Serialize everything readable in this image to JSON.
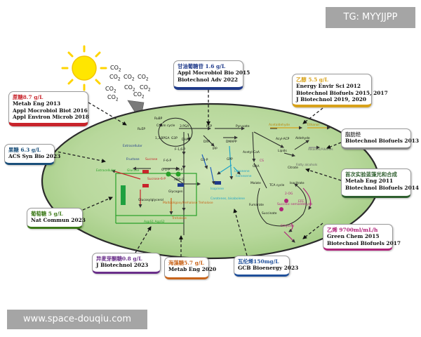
{
  "watermarks": {
    "top_right": "TG: MYYJJPP",
    "bottom_left": "www.space-douqiu.com"
  },
  "co2_label": "CO",
  "co2_subscript": "2",
  "cell_labels": {
    "rubp": "RuBP",
    "calvin_cycle": "Calvin cycle",
    "three_pga": "3 PGA",
    "g3p_top": "G3P",
    "ru5p": "Ru5P",
    "one_three_bpga": "1,3 BPGA",
    "pep": "PEP",
    "pyruvate": "Pyruvate",
    "acetaldehyde": "Acetaldehyde",
    "ethanol": "Ethanol",
    "dhap": "DHAP",
    "dxp": "DXP",
    "dmapp": "DMAPP",
    "f16p": "F-1,6-P",
    "ipp": "IPP",
    "gpp": "GPP",
    "g3p_mid": "G3-P",
    "acyl_acp": "Acyl-ACP",
    "aldehyde": "Aldehyde",
    "acetyl_coa": "Acetyl-CoA",
    "lipids": "Lipids",
    "alkanes": "Alkanes/Alkenes",
    "fatty_alcohols": "Fatty alcohols",
    "extracellular_top": "Extracellular",
    "fructose": "Fructose",
    "sucrose": "Sucrose",
    "f6p": "F-6-P",
    "g6p": "G6-P",
    "g1p": "G-1-P",
    "adp_g": "ADP-G",
    "glycogen": "Glycogen",
    "extracellular_left": "Extracellular",
    "glucose": "Glucose",
    "sucrose_phosphate": "Sucrose-6-P",
    "glucosylglycerol": "Glucosylglycerol",
    "trehalose_synthesis": "Maltooligosyltrehalose Trehalose",
    "trehalose": "Trehalose",
    "agp": "AgpS1 AgpS2",
    "isoprene": "Isoprene",
    "limonene": "Limonene",
    "farnesene": "Farnesene",
    "carotenes": "Carotenes, bisabolene",
    "oaa": "OAA",
    "malate": "Malate",
    "citrate": "Citrate",
    "tca_cycle": "TCA cycle",
    "isocitrate": "Isocitrate",
    "two_og": "2-OG",
    "succinic_semialdehyde": "Succinic semialdehyde",
    "succinate": "Succinate",
    "fumarate": "Fumarate",
    "ethylene": "Ethylene",
    "cs": "CS",
    "efe": "EFE"
  },
  "annotations": [
    {
      "color": "#1f3a8a",
      "title": "甘油葡糖苷 1.6 g/L",
      "refs": [
        "Appl Mocrobiol Bio 2015",
        "Biotechnol Adv 2022"
      ]
    },
    {
      "color": "#d8a21a",
      "title": "乙醇 5.5 g/L",
      "refs": [
        "Energy Envir Sci 2012",
        "Biotechnol Biofuels 2015, 2017",
        "J Biotechnol 2019, 2020"
      ]
    },
    {
      "color": "#c8242b",
      "title": "蔗糖8.7 g/L",
      "refs": [
        "Metab Eng 2013",
        "Appl Mocrobiol Biot 2016",
        "Appl Environ Microb 2018"
      ]
    },
    {
      "color": "#7a7a7a",
      "title": "脂肪烃",
      "refs": [
        "Biotechnol Biofuels 2013"
      ]
    },
    {
      "color": "#1a4f7a",
      "title": "果糖 6.3 g/L",
      "refs": [
        "ACS Syn Bio 2023"
      ]
    },
    {
      "color": "#2f5f2f",
      "title": "首次实验蓝藻光和合成",
      "refs": [
        "Metab Eng 2011",
        "Biotechnol Biofuels 2014"
      ]
    },
    {
      "color": "#3d7a1a",
      "title": "葡萄糖 5 g/L",
      "refs": [
        "Nat Commun 2023"
      ]
    },
    {
      "color": "#b0247a",
      "title": "乙烯 9700ml/mL/h",
      "refs": [
        "Green Chem 2015",
        "Biotechnol Biofuels 2017"
      ]
    },
    {
      "color": "#6a2f8a",
      "title": "异麦芽酮糖0.8 g/L",
      "refs": [
        "J Biotechnol 2023"
      ]
    },
    {
      "color": "#c8641a",
      "title": "海藻糖5.7 g/L",
      "refs": [
        "Metab Eng 2020"
      ]
    },
    {
      "color": "#1f4f9a",
      "title": "瓦伦烯150mg/L",
      "refs": [
        "GCB Bioenergy 2023"
      ]
    }
  ]
}
